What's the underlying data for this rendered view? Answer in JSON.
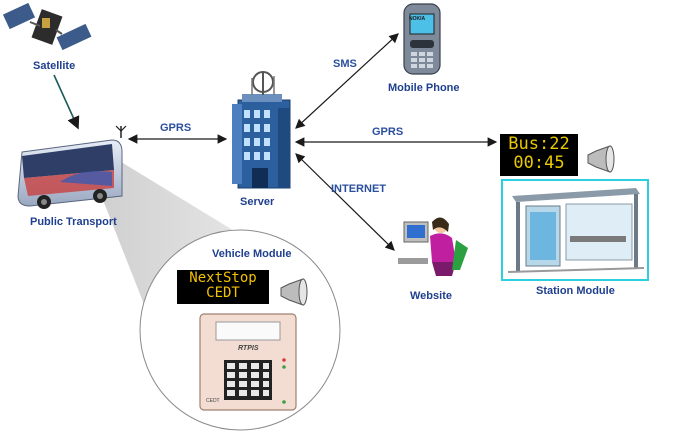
{
  "labels": {
    "satellite": "Satellite",
    "public_transport": "Public Transport",
    "server": "Server",
    "mobile_phone": "Mobile Phone",
    "website": "Website",
    "station_module": "Station Module",
    "vehicle_module": "Vehicle Module"
  },
  "connections": {
    "bus_server": "GPRS",
    "server_phone": "SMS",
    "server_station": "GPRS",
    "server_website": "INTERNET"
  },
  "displays": {
    "vehicle_line1": "NextStop",
    "vehicle_line2": "CEDT",
    "station_line1": "Bus:22",
    "station_line2": "00:45"
  },
  "device": {
    "brand": "RTPIS",
    "maker": "CEDT"
  },
  "phone_brand": "NOKIA",
  "icons": [
    "satellite-icon",
    "bus-icon",
    "antenna-icon",
    "server-icon",
    "mobile-phone-icon",
    "website-user-icon",
    "speaker-icon",
    "bus-shelter-icon",
    "keypad-device-icon"
  ]
}
